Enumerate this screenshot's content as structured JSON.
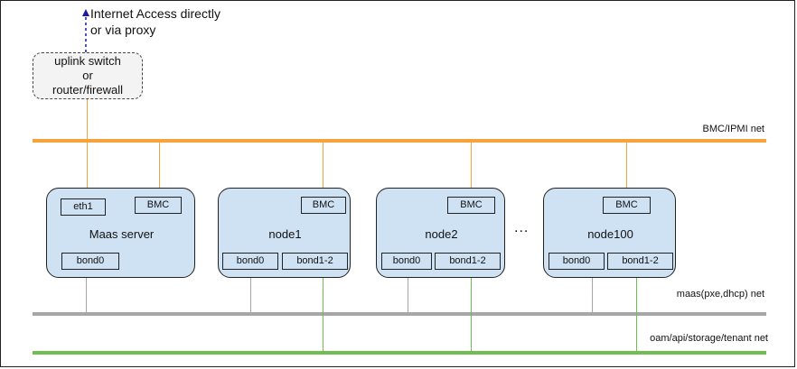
{
  "internet": {
    "line1": "Internet Access directly",
    "line2": "or via proxy"
  },
  "switch": {
    "line1": "uplink switch",
    "line2": "or",
    "line3": "router/firewall"
  },
  "networks": {
    "bmc": "BMC/IPMI net",
    "maas": "maas(pxe,dhcp) net",
    "oam": "oam/api/storage/tenant net"
  },
  "maas_server": {
    "label": "Maas server",
    "eth1": "eth1",
    "bmc": "BMC",
    "bond0": "bond0"
  },
  "nodes": [
    {
      "label": "node1",
      "bmc": "BMC",
      "bond0": "bond0",
      "bond12": "bond1-2"
    },
    {
      "label": "node2",
      "bmc": "BMC",
      "bond0": "bond0",
      "bond12": "bond1-2"
    },
    {
      "label": "node100",
      "bmc": "BMC",
      "bond0": "bond0",
      "bond12": "bond1-2"
    }
  ],
  "ellipsis": "...",
  "colors": {
    "bmc_net": "#f5a33a",
    "maas_net": "#a6a6a6",
    "oam_net": "#6fbf50",
    "node_fill": "#cfe2f3",
    "arrow": "#1a1aa6"
  }
}
